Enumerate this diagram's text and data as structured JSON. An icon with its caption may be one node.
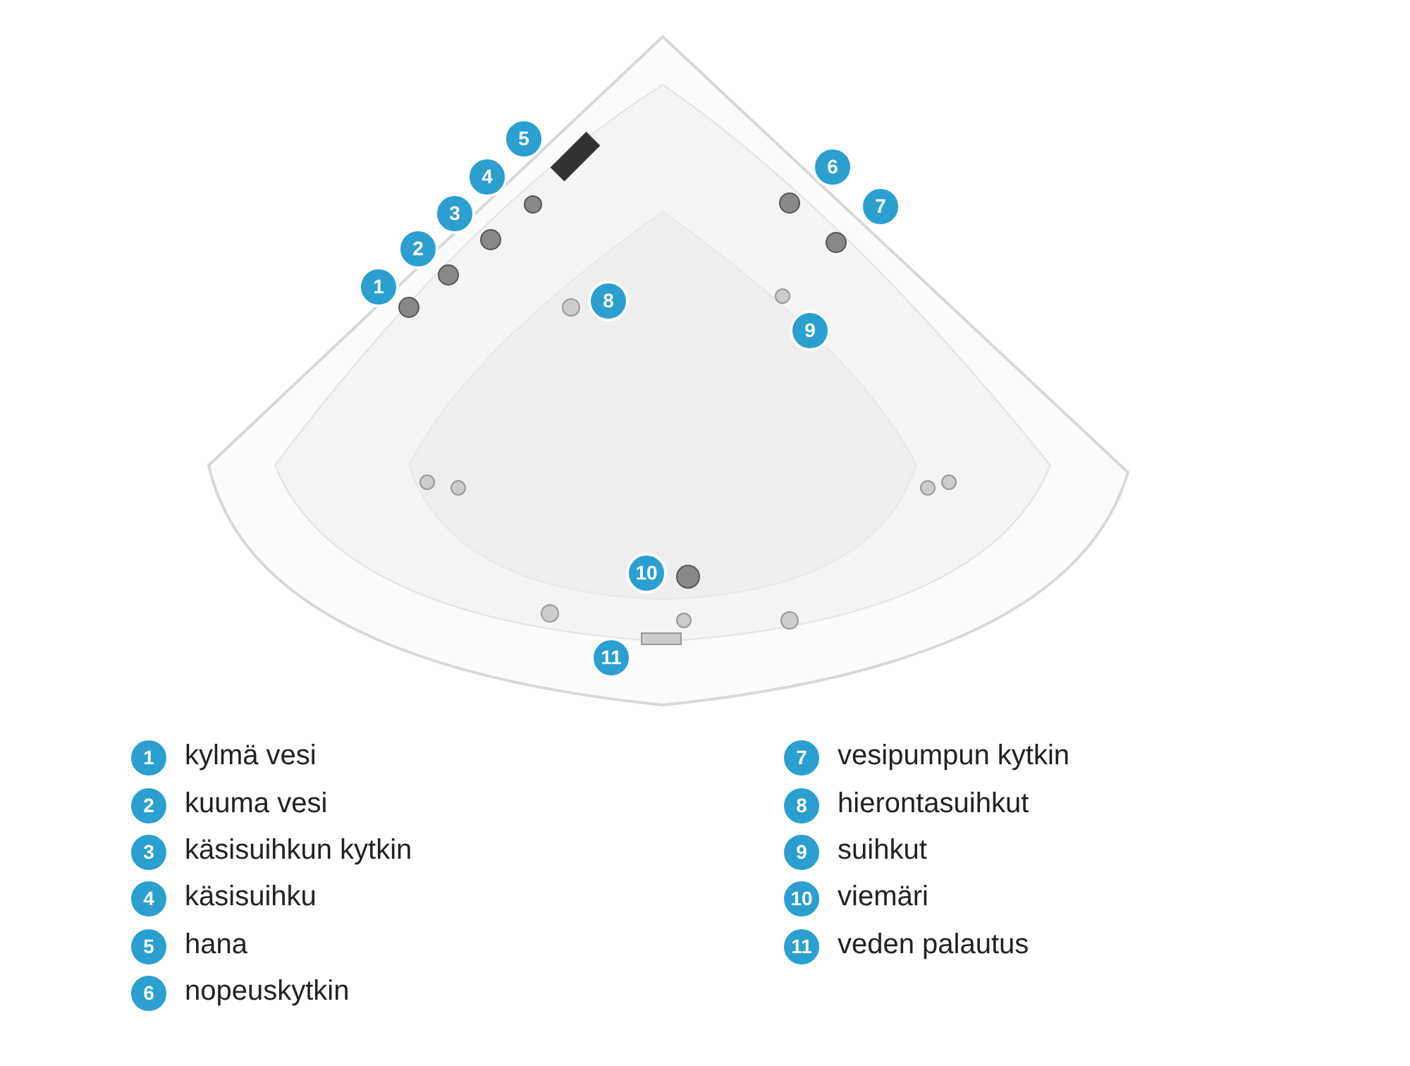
{
  "diagram": {
    "labels": [
      "5",
      "4",
      "6",
      "3",
      "7",
      "2",
      "1",
      "8",
      "9",
      "10",
      "11",
      "1",
      "kylmä vesi",
      "2",
      "kuuma vesi",
      "3",
      "käsisuihkun kytkin",
      "4",
      "käsisuihku",
      "5",
      "hana",
      "6",
      "nopeuskytkin",
      "7",
      "vesipumpun kytkin",
      "8",
      "hierontasuihkut",
      "9",
      "suihkut",
      "10",
      "viemäri",
      "11",
      "veden palautus"
    ]
  }
}
